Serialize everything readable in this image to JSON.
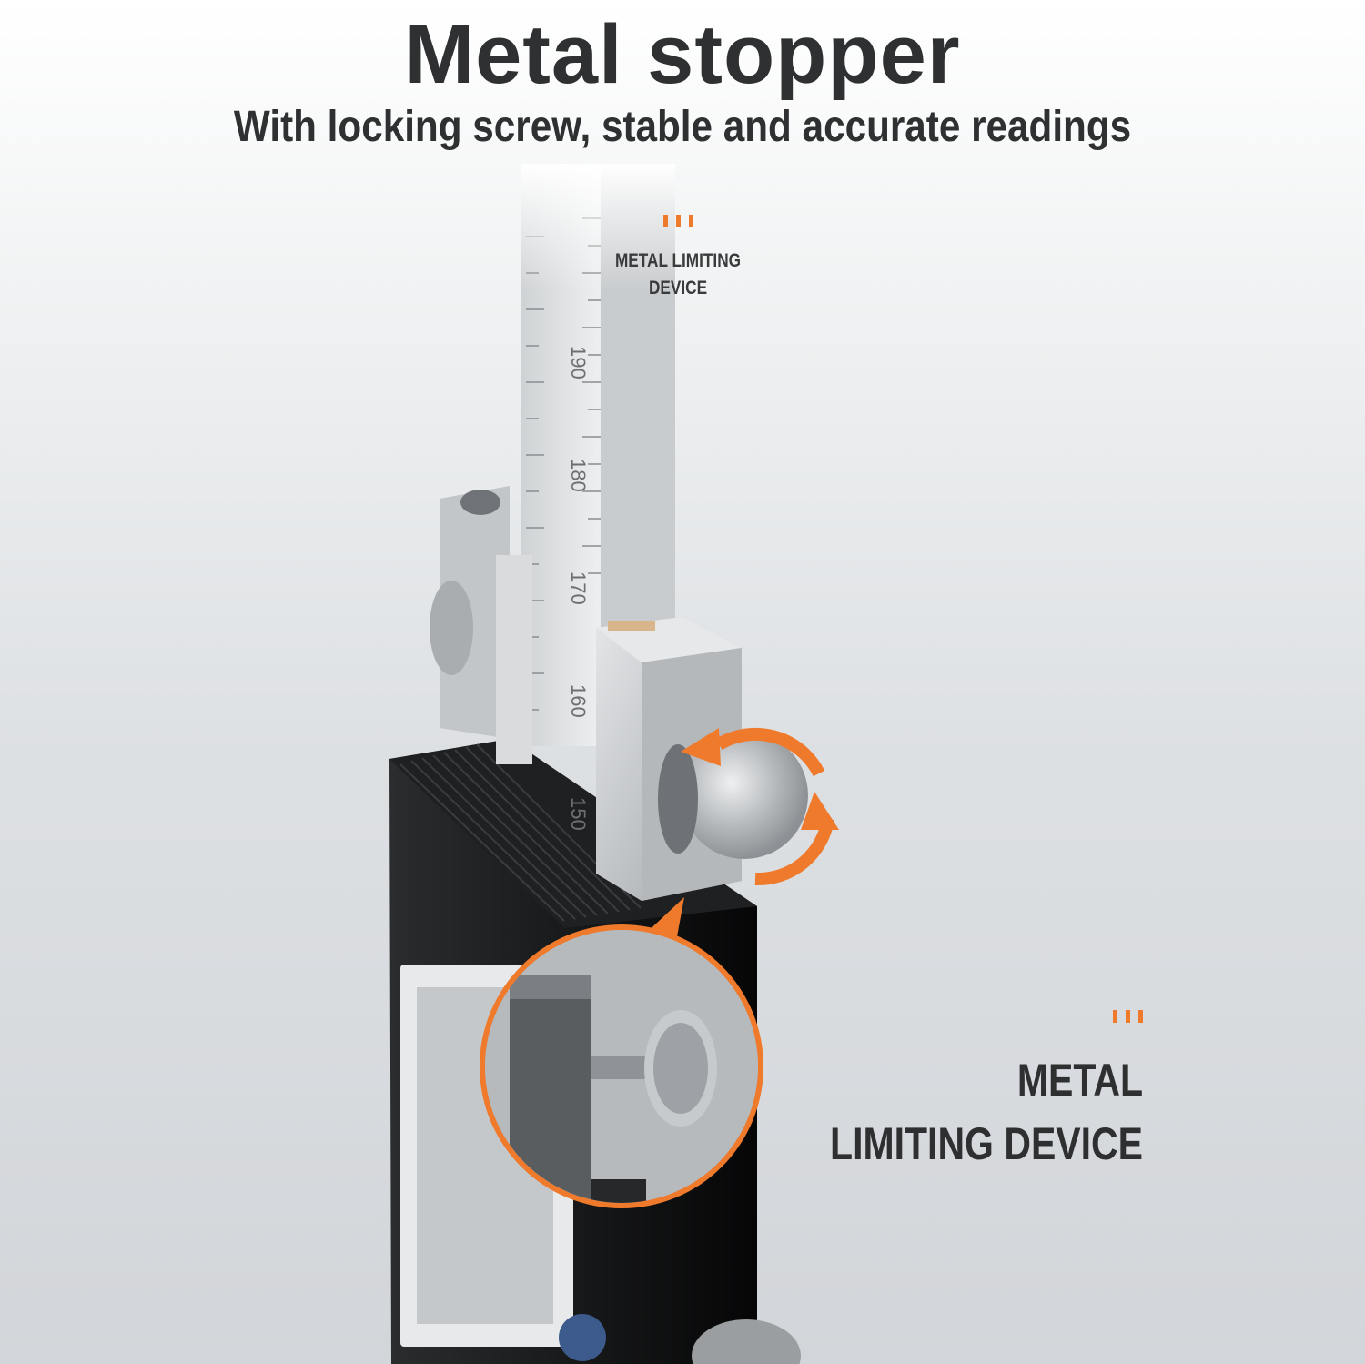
{
  "title": "Metal stopper",
  "subtitle": "With locking screw, stable and accurate readings",
  "callout_small": {
    "line1": "METAL LIMITING",
    "line2": "DEVICE"
  },
  "callout_large": {
    "line1": "METAL",
    "line2": "LIMITING DEVICE"
  },
  "scale_ticks": [
    "190",
    "180",
    "170",
    "160",
    "150"
  ],
  "colors": {
    "accent": "#ef7a2c",
    "text": "#2f3031",
    "body_black": "#141516",
    "steel": "#b9bcbf"
  }
}
